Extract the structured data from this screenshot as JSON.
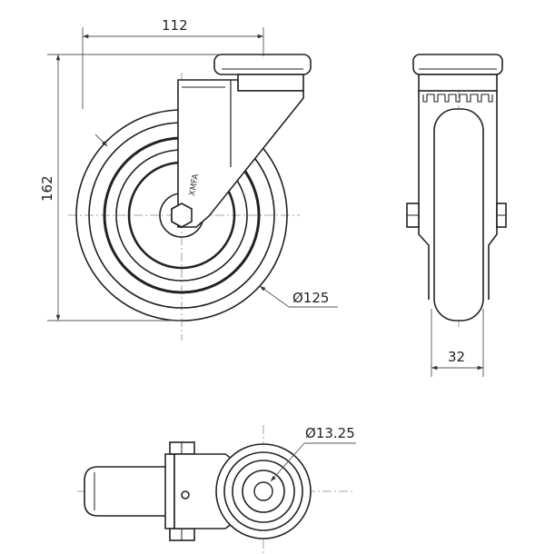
{
  "dimensions": {
    "overall_width": "112",
    "overall_height": "162",
    "wheel_diameter": "Ø125",
    "wheel_width": "32",
    "bolt_hole_diameter": "Ø13.25"
  },
  "bracket_logo": "XMFA",
  "colors": {
    "line": "#222222",
    "dimension_line": "#555555",
    "background": "#ffffff"
  }
}
